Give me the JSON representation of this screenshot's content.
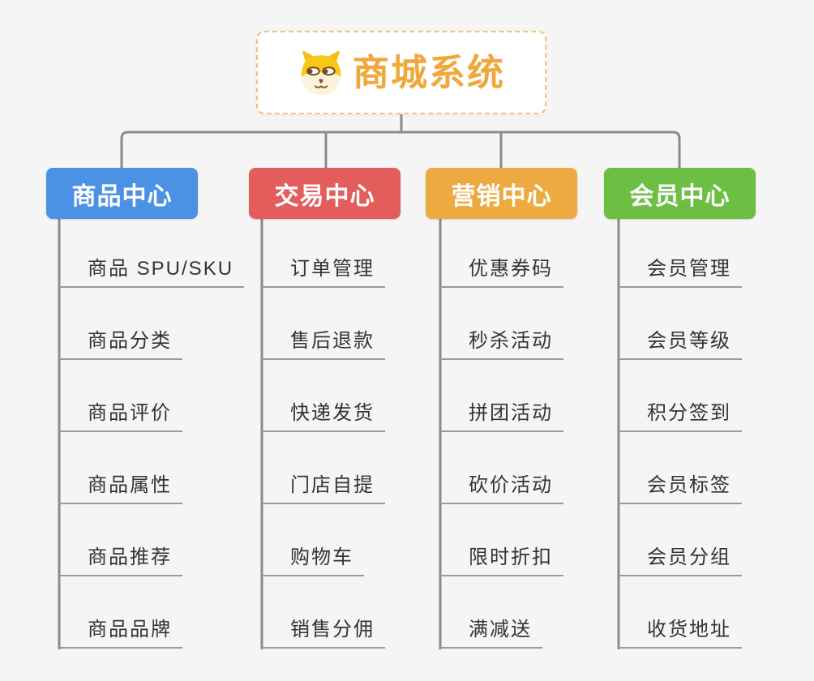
{
  "app": {
    "background_color": "#f5f5f5",
    "connector_color": "#8a8a8a",
    "underline_color": "#9a9a9a"
  },
  "root": {
    "title": "商城系统",
    "icon": "dog-icon",
    "accent_color": "#f0a83c",
    "border_color": "#f3c27a"
  },
  "branches": [
    {
      "label": "商品中心",
      "color": "#4b92e5",
      "items": [
        "商品 SPU/SKU",
        "商品分类",
        "商品评价",
        "商品属性",
        "商品推荐",
        "商品品牌"
      ]
    },
    {
      "label": "交易中心",
      "color": "#e35d5d",
      "items": [
        "订单管理",
        "售后退款",
        "快递发货",
        "门店自提",
        "购物车",
        "销售分佣"
      ]
    },
    {
      "label": "营销中心",
      "color": "#ecaa41",
      "items": [
        "优惠券码",
        "秒杀活动",
        "拼团活动",
        "砍价活动",
        "限时折扣",
        "满减送"
      ]
    },
    {
      "label": "会员中心",
      "color": "#6cbf43",
      "items": [
        "会员管理",
        "会员等级",
        "积分签到",
        "会员标签",
        "会员分组",
        "收货地址"
      ]
    }
  ]
}
